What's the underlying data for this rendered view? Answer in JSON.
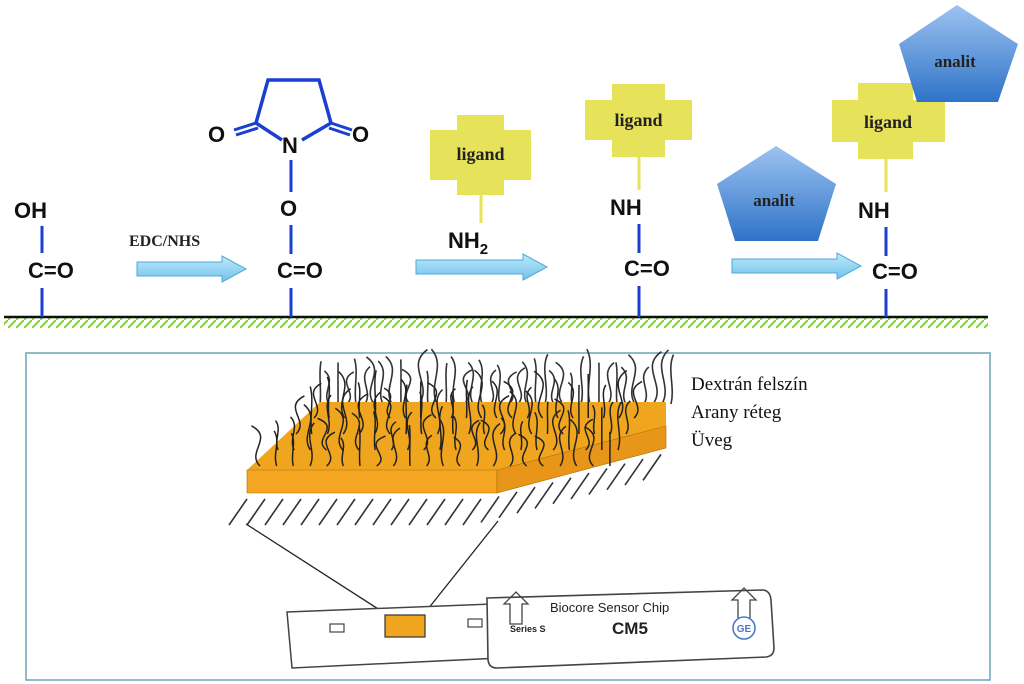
{
  "reaction": {
    "step1": {
      "top": "OH",
      "bottom": "C=O"
    },
    "arrow1_label": "EDC/NHS",
    "step2": {
      "ring_o_left": "O",
      "ring_o_right": "O",
      "ring_n": "N",
      "link_o": "O",
      "bottom": "C=O"
    },
    "step3": {
      "ligand": "ligand",
      "amine_main": "NH",
      "amine_sub": "2"
    },
    "step4": {
      "ligand": "ligand",
      "top": "NH",
      "bottom": "C=O"
    },
    "analyte_free": "analit",
    "step5": {
      "ligand": "ligand",
      "analyte": "analit",
      "top": "NH",
      "bottom": "C=O"
    }
  },
  "chip": {
    "legend": [
      "Dextrán felszín",
      "Arany réteg",
      "Üveg"
    ],
    "title": "Biocore Sensor Chip",
    "series": "Series S",
    "model": "CM5",
    "logo": "GE"
  },
  "colors": {
    "bond": "#1a3fd1",
    "ligand": "#e6e25a",
    "analyte": "#4f8fd6",
    "arrow": "#8fd0ef",
    "gold": "#f0a51e",
    "hatch": "#7fd13b",
    "frame": "#6fa3b8"
  }
}
